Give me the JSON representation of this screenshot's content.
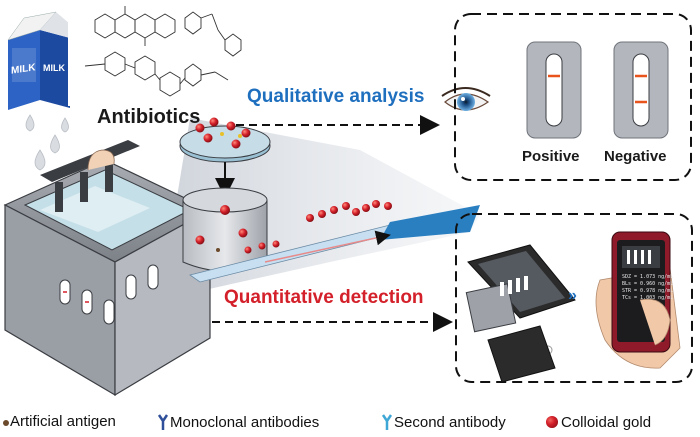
{
  "labels": {
    "antibiotics": "Antibiotics",
    "qualitative": "Qualitative analysis",
    "quantitative": "Quantitative detection",
    "positive": "Positive",
    "negative": "Negative",
    "milk": "MILK",
    "milk_side": "MILK"
  },
  "phone_readout": [
    "SDZ = 1.073 ng/mL",
    "BLs = 0.960 ng/mL",
    "STR = 0.978 ng/mL",
    "TCs = 1.003 ng/mL"
  ],
  "phone_title": "",
  "legend": [
    {
      "label": "Artificial antigen",
      "icon": "dot-icon",
      "color": "#6b4a2b"
    },
    {
      "label": "Monoclonal antibodies",
      "icon": "antibody-icon",
      "color": "#2f4f9a"
    },
    {
      "label": "Second antibody",
      "icon": "antibody-icon",
      "color": "#3fa7d6"
    },
    {
      "label": "Colloidal gold",
      "icon": "gold-icon",
      "color": "#d4202a"
    }
  ],
  "colors": {
    "qualitative": "#1f6fbf",
    "quantitative": "#d4202a",
    "control_line": "#e8541c",
    "device": "#8c8f96"
  }
}
